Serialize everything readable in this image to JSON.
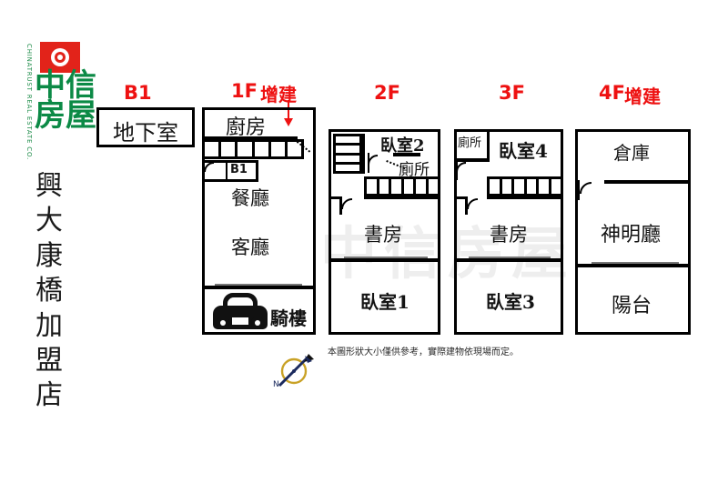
{
  "brand": {
    "logo_name": "chinatrust-logo",
    "english_vertical": "CHINATRUST REAL ESTATE CO.",
    "chinese_line1": "中信",
    "chinese_line2": "房屋",
    "brand_green": "#0c8a46",
    "brand_red": "#e2231a"
  },
  "shop": {
    "vertical_name": "興大康橋加盟店",
    "chars": [
      "興",
      "大",
      "康",
      "橋",
      "加",
      "盟",
      "店"
    ]
  },
  "floors": [
    {
      "id": "b1",
      "label": "B1",
      "label_color": "#ee1111",
      "extension_tag": "",
      "rooms": [
        {
          "name": "地下室"
        }
      ]
    },
    {
      "id": "1f",
      "label": "1F",
      "label_color": "#ee1111",
      "extension_tag": "增建",
      "rooms": [
        {
          "name": "廚房"
        },
        {
          "name": "B1"
        },
        {
          "name": "餐廳"
        },
        {
          "name": "客廳"
        },
        {
          "name": "騎樓"
        }
      ]
    },
    {
      "id": "2f",
      "label": "2F",
      "label_color": "#ee1111",
      "extension_tag": "",
      "rooms": [
        {
          "name": "臥室2"
        },
        {
          "name": "廁所"
        },
        {
          "name": "書房"
        },
        {
          "name": "臥室1"
        }
      ]
    },
    {
      "id": "3f",
      "label": "3F",
      "label_color": "#ee1111",
      "extension_tag": "",
      "rooms": [
        {
          "name": "廁所"
        },
        {
          "name": "臥室4"
        },
        {
          "name": "書房"
        },
        {
          "name": "臥室3"
        }
      ]
    },
    {
      "id": "4f",
      "label": "4F",
      "label_color": "#ee1111",
      "extension_tag": "增建",
      "rooms": [
        {
          "name": "倉庫"
        },
        {
          "name": "神明廳"
        },
        {
          "name": "陽台"
        }
      ]
    }
  ],
  "icons": {
    "car": "car-icon",
    "compass": "compass-rose-icon",
    "compass_label": "N",
    "arrow": "red-down-arrow-icon"
  },
  "disclaimer": "本圖形狀大小僅供參考，實際建物依現場而定。",
  "watermark": "中信房屋"
}
